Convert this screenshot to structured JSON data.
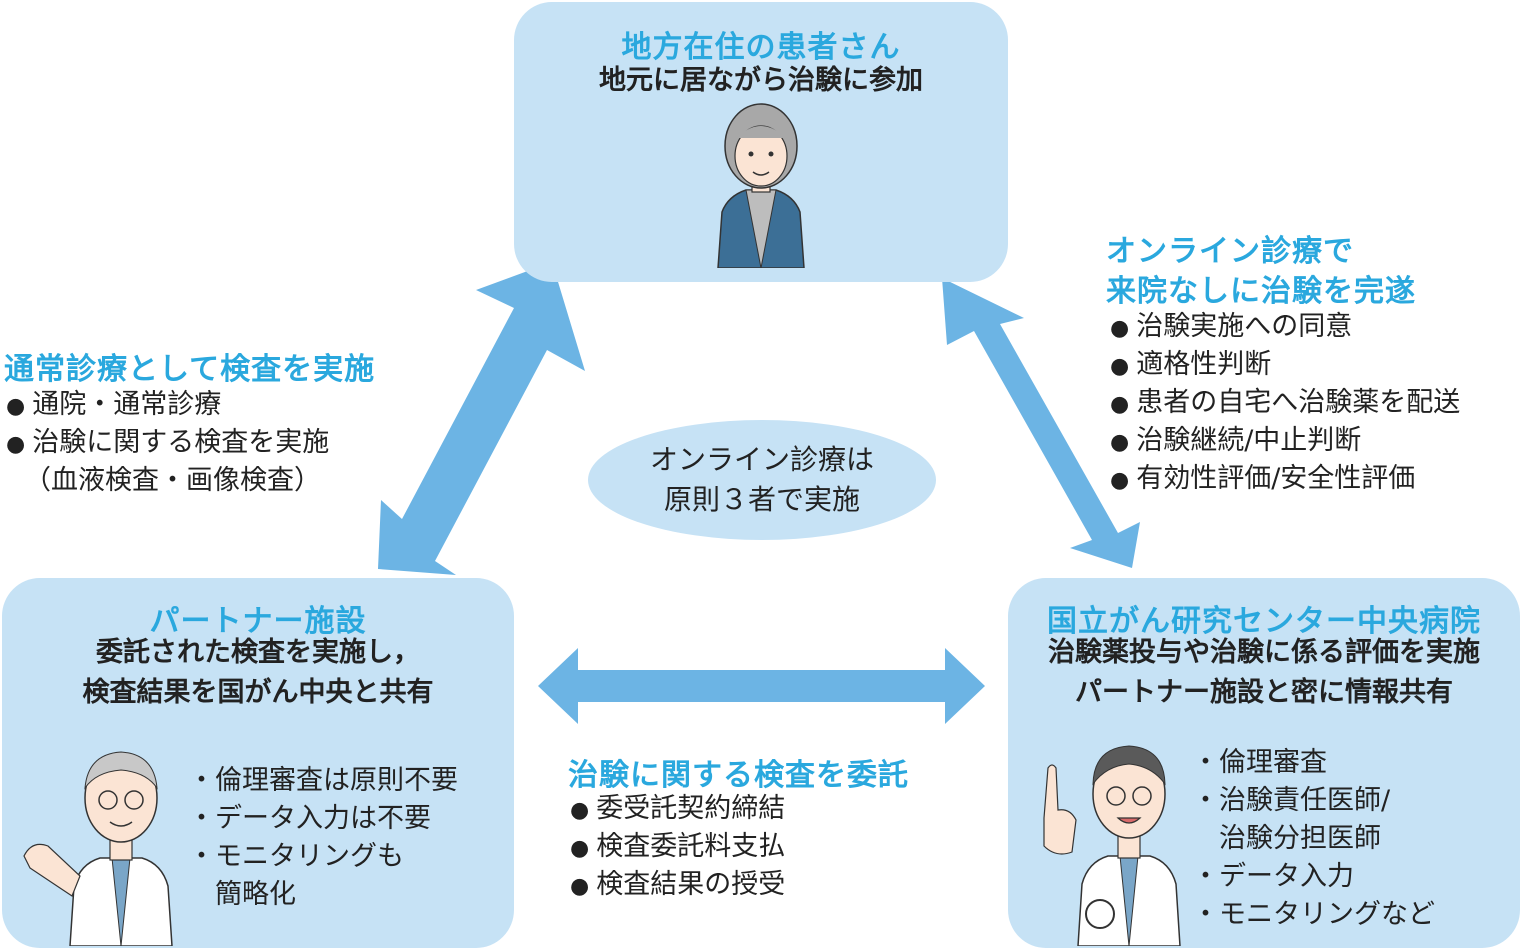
{
  "patient": {
    "title": "地方在住の患者さん",
    "subtitle": "地元に居ながら治験に参加"
  },
  "partner": {
    "title": "パートナー施設",
    "subtitle": [
      "委託された検査を実施し，",
      "検査結果を国がん中央と共有"
    ],
    "items": [
      "倫理審査は原則不要",
      "データ入力は不要",
      "モニタリングも",
      "簡略化"
    ]
  },
  "center": {
    "title": "国立がん研究センター中央病院",
    "subtitle": [
      "治験薬投与や治験に係る評価を実施",
      "パートナー施設と密に情報共有"
    ],
    "items": [
      "倫理審査",
      "治験責任医師/",
      "治験分担医師",
      "データ入力",
      "モニタリングなど"
    ]
  },
  "left_edge": {
    "title": "通常診療として検査を実施",
    "items": [
      "通院・通常診療",
      "治験に関する検査を実施",
      "（血液検査・画像検査）"
    ]
  },
  "right_edge": {
    "title": [
      "オンライン診療で",
      "来院なしに治験を完遂"
    ],
    "items": [
      "治験実施への同意",
      "適格性判断",
      "患者の自宅へ治験薬を配送",
      "治験継続/中止判断",
      "有効性評価/安全性評価"
    ]
  },
  "bottom_edge": {
    "title": "治験に関する検査を委託",
    "items": [
      "委受託契約締結",
      "検査委託料支払",
      "検査結果の授受"
    ]
  },
  "center_note": [
    "オンライン診療は",
    "原則３者で実施"
  ],
  "colors": {
    "box": "#c6e2f5",
    "arrow": "#6cb4e4",
    "title": "#2aa8de"
  }
}
